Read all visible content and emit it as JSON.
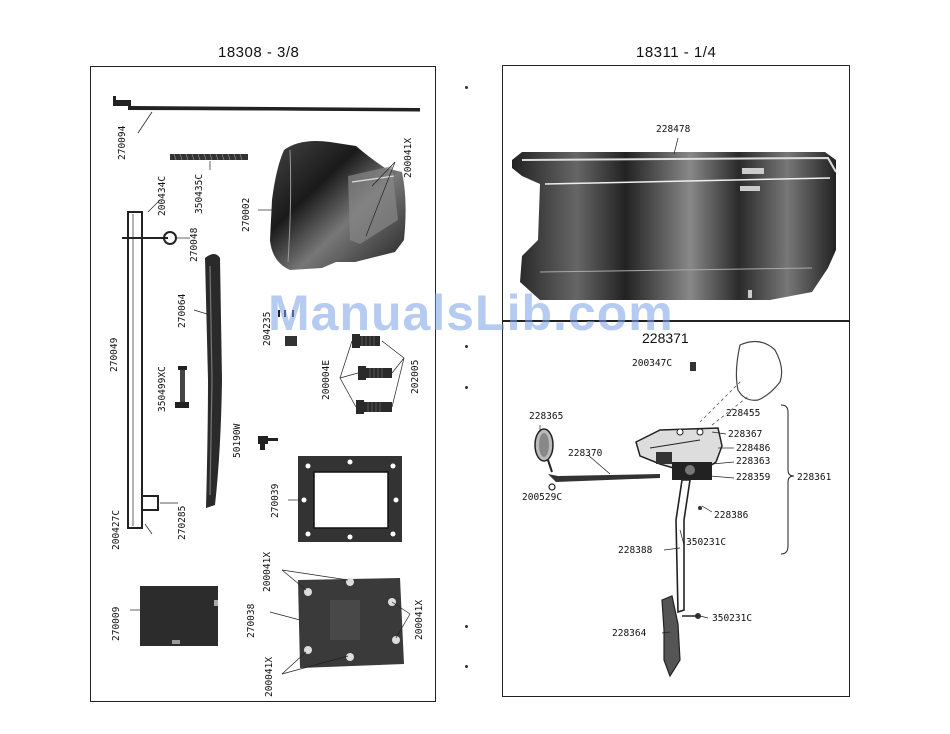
{
  "page": {
    "left_title": "18308 - 3/8",
    "right_title": "18311 - 1/4",
    "watermark": "ManualsLib.com"
  },
  "left_panel": {
    "labels": {
      "p270094": "270094",
      "p200434C": "200434C",
      "p350435C": "350435C",
      "p270002": "270002",
      "p200041X_a": "200041X",
      "p270048": "270048",
      "p270064": "270064",
      "p270049": "270049",
      "p350499XC": "350499XC",
      "p204235": "204235",
      "p200004E": "200004E",
      "p202005": "202005",
      "p50190W": "50190W",
      "p200427C": "200427C",
      "p270285": "270285",
      "p270039": "270039",
      "p270009": "270009",
      "p270038": "270038",
      "p200041X_b": "200041X",
      "p200041X_c": "200041X",
      "p200041X_d": "200041X"
    }
  },
  "right_panel": {
    "labels": {
      "p228478": "228478",
      "p228371": "228371",
      "p200347C": "200347C",
      "p228455": "228455",
      "p228365": "228365",
      "p228367": "228367",
      "p228486": "228486",
      "p228370": "228370",
      "p228363": "228363",
      "p228359": "228359",
      "p228361": "228361",
      "p200529C": "200529C",
      "p228386": "228386",
      "p228388": "228388",
      "p350231C_a": "350231C",
      "p228364": "228364",
      "p350231C_b": "350231C"
    }
  },
  "colors": {
    "ink": "#111111",
    "watermark": "#78a0e6"
  }
}
